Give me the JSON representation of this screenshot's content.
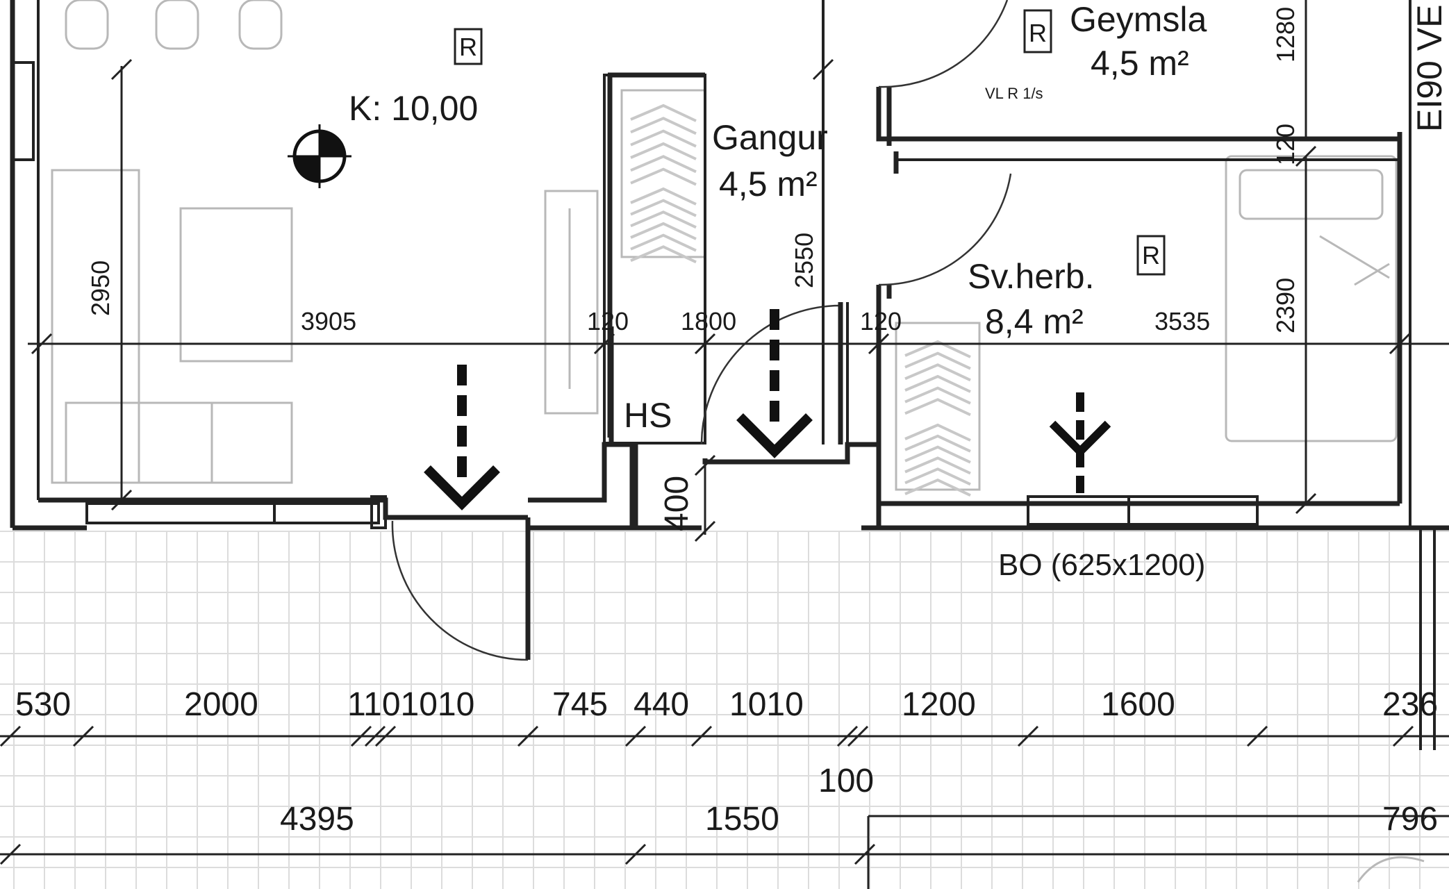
{
  "rooms": {
    "kitchen_level": "K: 10,00",
    "gangur_name": "Gangur",
    "gangur_area": "4,5 m²",
    "geymsla_name": "Geymsla",
    "geymsla_area": "4,5 m²",
    "svherb_name": "Sv.herb.",
    "svherb_area": "8,4 m²"
  },
  "labels": {
    "hs": "HS",
    "window_bo": "BO (625x1200)",
    "wall_spec": "EI90 VE",
    "small_note": "VL R 1/s",
    "r_mark": "R"
  },
  "interior_dims": {
    "d3905": "3905",
    "d120a": "120",
    "d1800": "1800",
    "d120b": "120",
    "d3535": "3535",
    "d2950": "2950",
    "d2550": "2550",
    "d1280": "1280",
    "d120c": "120",
    "d2390": "2390",
    "d400": "400"
  },
  "bottom_dims_row1": [
    "530",
    "2000",
    "1101010",
    "745",
    "440",
    "1010",
    "1200",
    "1600",
    "236"
  ],
  "bottom_dims_mid": "100",
  "bottom_dims_row2": [
    "4395",
    "1550",
    "796"
  ]
}
